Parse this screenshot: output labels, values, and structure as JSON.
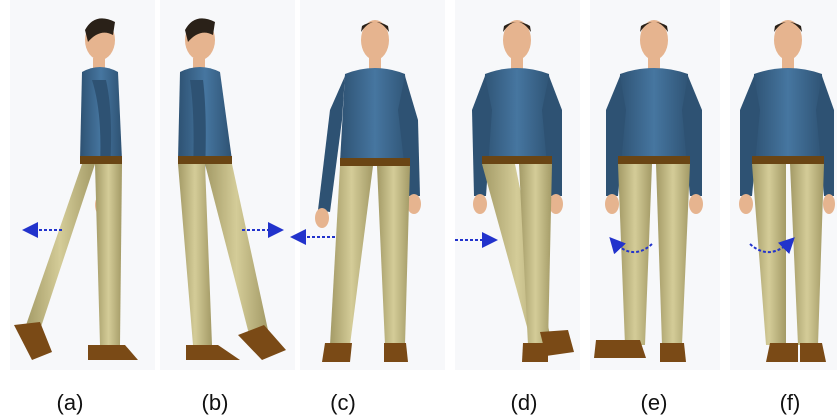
{
  "figure": {
    "panels": [
      {
        "label": "(a)",
        "pose": "side-view-leg-forward",
        "arrow": "left"
      },
      {
        "label": "(b)",
        "pose": "side-view-leg-back",
        "arrow": "right"
      },
      {
        "label": "(c)",
        "pose": "front-view-leg-out",
        "arrow": "left"
      },
      {
        "label": "(d)",
        "pose": "front-view-leg-crossed",
        "arrow": "right"
      },
      {
        "label": "(e)",
        "pose": "front-view-rotate-out",
        "arrow": "curved-left"
      },
      {
        "label": "(f)",
        "pose": "front-view-rotate-in",
        "arrow": "curved-right"
      }
    ],
    "colors": {
      "shirt": "#3f6a8e",
      "shirt_dark": "#2e5273",
      "pants": "#c9c08c",
      "pants_dark": "#a39a66",
      "skin": "#e6b48f",
      "hair": "#2a2118",
      "shoe": "#7a4a16",
      "belt": "#6a4514",
      "arrow": "#2233cc"
    }
  }
}
